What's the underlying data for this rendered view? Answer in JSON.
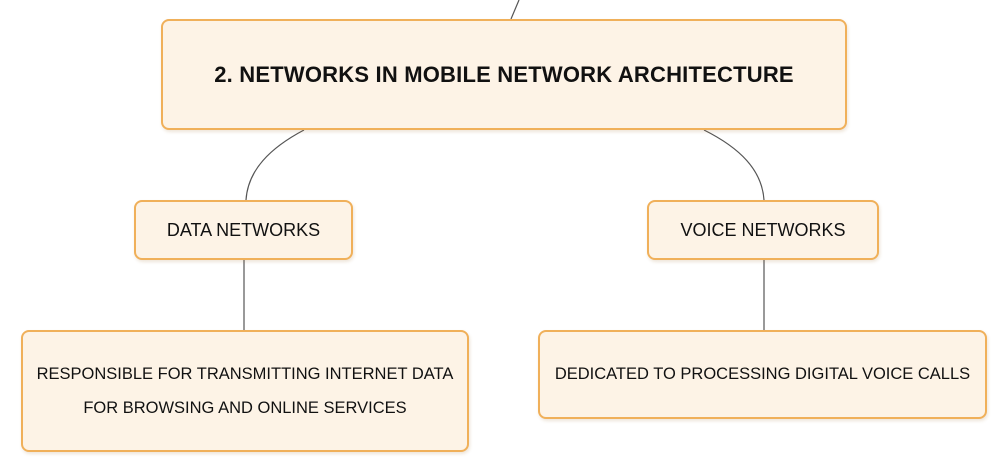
{
  "diagram": {
    "root": {
      "label": "2. NETWORKS IN MOBILE NETWORK ARCHITECTURE"
    },
    "branches": [
      {
        "label": "DATA NETWORKS",
        "description_lines": [
          "RESPONSIBLE FOR TRANSMITTING INTERNET DATA",
          "FOR BROWSING AND ONLINE SERVICES"
        ]
      },
      {
        "label": "VOICE NETWORKS",
        "description_lines": [
          "DEDICATED TO PROCESSING DIGITAL VOICE CALLS"
        ]
      }
    ]
  },
  "colors": {
    "node_fill": "#fdf3e6",
    "node_border": "#f0b05a",
    "connector": "#555555",
    "text": "#111111"
  }
}
